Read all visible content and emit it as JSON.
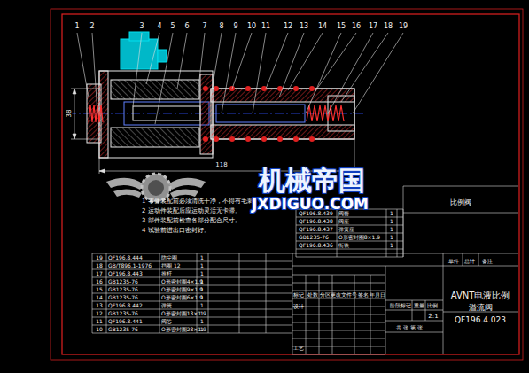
{
  "diagram": {
    "labels": [
      "1",
      "2",
      "3",
      "4",
      "5",
      "6",
      "7",
      "8",
      "9",
      "10",
      "11",
      "12",
      "13",
      "14",
      "15",
      "16",
      "17",
      "18",
      "19",
      "38",
      "118",
      "1 零件装配前必须清洗干净，不得有毛刺。",
      "2 运动件装配后应运动灵活无卡滞。",
      "3 部件装配前检查各部分配合尺寸。",
      "4 试验前进出口密封好。",
      "QF196.8.439",
      "阀套",
      "1",
      "QF196.8.438",
      "阀座",
      "1",
      "QF196.8.437",
      "弹簧座",
      "1",
      "GB1235-76",
      "O形密封圈8×1.9",
      "1",
      "QF196.8.436",
      "衔铁",
      "1",
      "比例阀",
      "19",
      "QF196.8.444",
      "防尘圈",
      "1",
      "18",
      "GB/T896.1-1976",
      "挡圈 12",
      "1",
      "17",
      "QF196.8.443",
      "推杆",
      "1",
      "16",
      "GB1235-76",
      "O形密封圈4×1.9",
      "1",
      "15",
      "GB1235-76",
      "O形密封圈9×1.9",
      "1",
      "14",
      "GB1235-76",
      "O形密封圈6×1.9",
      "1",
      "13",
      "QF196.8.442",
      "弹簧",
      "1",
      "12",
      "GB1235-76",
      "O形密封圈13×1.9",
      "1",
      "11",
      "QF196.8.441",
      "阀芯",
      "1",
      "10",
      "GB1235-76",
      "O形密封圈28×1.9",
      "1",
      "单件",
      "总计",
      "备注",
      "标记",
      "处数",
      "分区",
      "更改文件号",
      "签名",
      "年月日",
      "设计",
      "工艺",
      "阶段标记",
      "重量",
      "比例",
      "2:1",
      "共 张 第 张",
      "AVNT电液比例",
      "溢流阀",
      "QF196.4.023",
      "机械帝国",
      "JXDIGUO.COM"
    ]
  }
}
